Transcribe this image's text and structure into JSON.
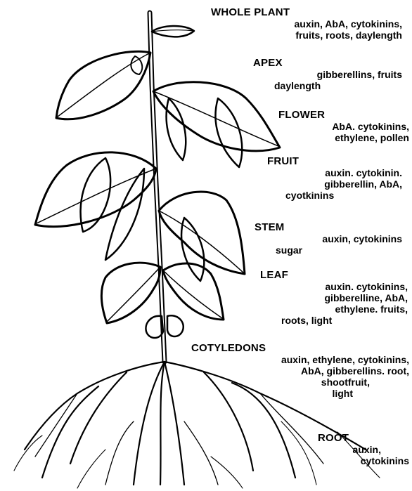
{
  "labels": {
    "whole_plant": {
      "heading": "WHOLE PLANT",
      "lines": [
        "auxin, AbA, cytokinins,",
        "fruits, roots, daylength"
      ]
    },
    "apex": {
      "heading": "APEX",
      "lines": [
        "gibberellins, fruits",
        "daylength"
      ]
    },
    "flower": {
      "heading": "FLOWER",
      "lines": [
        "AbA. cytokinins,",
        "ethylene, pollen"
      ]
    },
    "fruit": {
      "heading": "FRUIT",
      "lines": [
        "auxin. cytokinin.",
        "gibberellin, AbA,",
        "cyotkinins"
      ]
    },
    "stem": {
      "heading": "STEM",
      "lines": [
        "auxin, cytokinins",
        "sugar"
      ]
    },
    "leaf": {
      "heading": "LEAF",
      "lines": [
        "auxin. cytokinins,",
        "gibberelline, AbA,",
        "ethylene. fruits,",
        "roots, light"
      ]
    },
    "cotyledons": {
      "heading": "COTYLEDONS",
      "lines": [
        "auxin, ethylene, cytokinins,",
        "AbA, gibberellins. root,",
        "shootfruit,",
        "light"
      ]
    },
    "root": {
      "heading": "ROOT",
      "lines": [
        "auxin,",
        "cytokinins"
      ]
    }
  }
}
